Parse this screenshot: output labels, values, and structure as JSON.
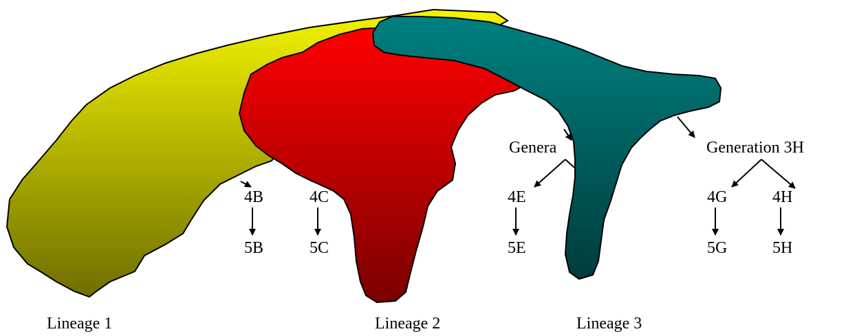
{
  "colors": {
    "lineage_1_top": "#f4f400",
    "lineage_1_bottom": "#6e6e00",
    "lineage_2_top": "#ff0000",
    "lineage_2_bottom": "#7a0000",
    "lineage_3_top": "#008080",
    "lineage_3_bottom": "#003c3c",
    "text": "#000000"
  },
  "lineages": [
    {
      "label": "Lineage 1"
    },
    {
      "label": "Lineage 2"
    },
    {
      "label": "Lineage 3"
    }
  ],
  "generation_labels": {
    "gen3_partial": "Genera",
    "gen3H": "Generation 3H"
  },
  "gen4_labels": {
    "b": "4B",
    "c": "4C",
    "e": "4E",
    "g": "4G",
    "h": "4H"
  },
  "gen5_labels": {
    "b": "5B",
    "c": "5C",
    "e": "5E",
    "g": "5G",
    "h": "5H"
  }
}
